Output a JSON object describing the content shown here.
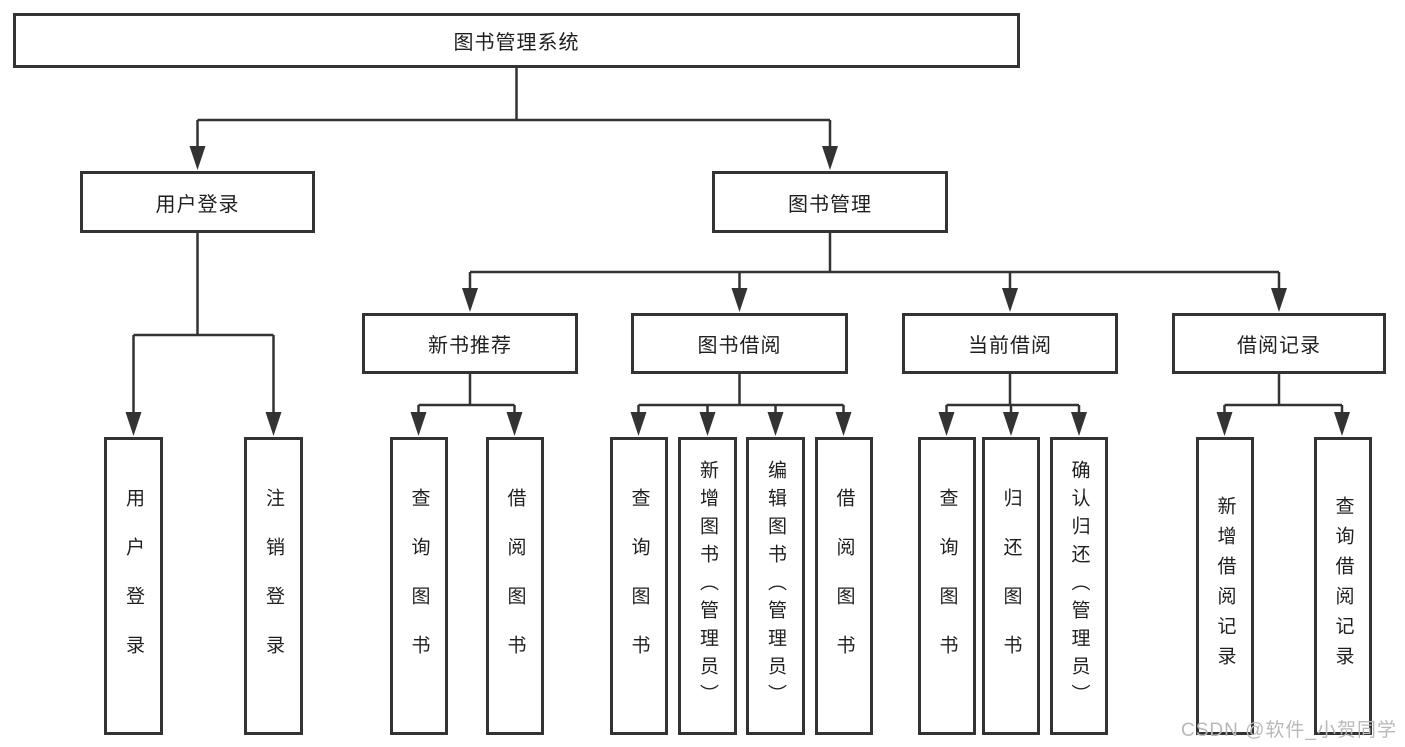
{
  "tree": {
    "label": "图书管理系统",
    "children": [
      {
        "label": "用户登录",
        "children": [
          {
            "label": "用户登录"
          },
          {
            "label": "注销登录"
          }
        ]
      },
      {
        "label": "图书管理",
        "children": [
          {
            "label": "新书推荐",
            "children": [
              {
                "label": "查询图书"
              },
              {
                "label": "借阅图书"
              }
            ]
          },
          {
            "label": "图书借阅",
            "children": [
              {
                "label": "查询图书"
              },
              {
                "label": "新增图书（管理员）"
              },
              {
                "label": "编辑图书（管理员）"
              },
              {
                "label": "借阅图书"
              }
            ]
          },
          {
            "label": "当前借阅",
            "children": [
              {
                "label": "查询图书"
              },
              {
                "label": "归还图书"
              },
              {
                "label": "确认归还（管理员）"
              }
            ]
          },
          {
            "label": "借阅记录",
            "children": [
              {
                "label": "新增借阅记录"
              },
              {
                "label": "查询借阅记录"
              }
            ]
          }
        ]
      }
    ]
  },
  "watermark": {
    "text": "CSDN @软件_小贺同学"
  },
  "colors": {
    "line": "#333333",
    "box_background": "#ffffff",
    "text": "#1f1f1f",
    "watermark": "#b9b9b9"
  }
}
